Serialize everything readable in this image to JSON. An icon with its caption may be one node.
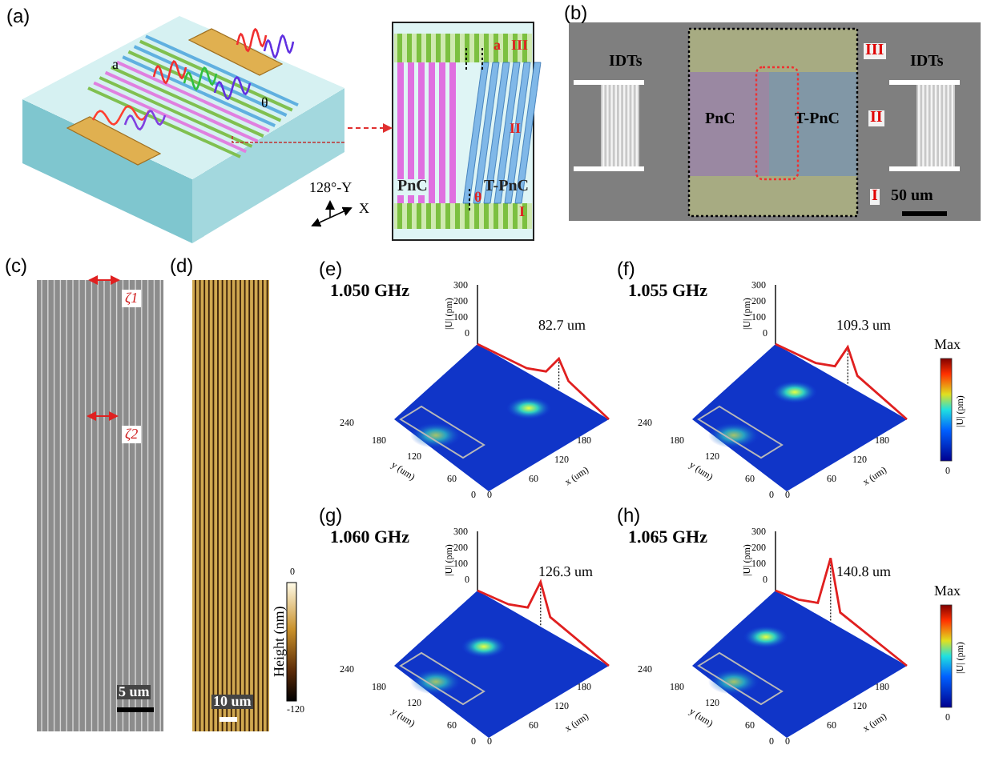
{
  "diagram": {
    "nodes": [
      {
        "text": [],
        "shape": "picture"
      },
      {
        "text": [],
        "shape": "picture"
      }
    ],
    "edges": [
      {
        "from": 0,
        "to": 1,
        "arrow": "to",
        "style": "dashed",
        "color": "#e03030"
      }
    ],
    "labels": [
      "(a)",
      "a",
      "θ",
      "128°-Y",
      "X",
      "a",
      "III",
      "II",
      "PnC",
      "θ",
      "T-PnC",
      "I",
      "(b)",
      "IDTs",
      "IDTs",
      "III",
      "PnC",
      "T-PnC",
      "II",
      "I",
      "50 um",
      "(c)",
      "ζ1",
      "ζ2",
      "5 um",
      "(d)",
      "10 um",
      "0",
      "-120",
      "Height (nm)",
      "(e)",
      "1.050 GHz",
      "300",
      "200",
      "100",
      "0",
      "|U| (pm)",
      "82.7 um",
      "240",
      "180",
      "120",
      "y (um)",
      "60",
      "0",
      "0",
      "60",
      "120",
      "x (um)",
      "180",
      "(f)",
      "1.055 GHz",
      "300",
      "200",
      "100",
      "0",
      "|U| (pm)",
      "109.3 um",
      "240",
      "180",
      "120",
      "y (um)",
      "60",
      "0",
      "0",
      "60",
      "120",
      "x (um)",
      "180",
      "Max",
      "|U| (pm)",
      "0",
      "(g)",
      "1.060 GHz",
      "300",
      "200",
      "100",
      "0",
      "|U| (pm)",
      "126.3 um",
      "240",
      "180",
      "120",
      "y (um)",
      "60",
      "0",
      "0",
      "60",
      "120",
      "x (um)",
      "180",
      "(h)",
      "1.065 GHz",
      "300",
      "200",
      "100",
      "0",
      "|U| (pm)",
      "140.8 um",
      "240",
      "180",
      "120",
      "y (um)",
      "60",
      "0",
      "0",
      "60",
      "120",
      "x (um)",
      "180",
      "Max",
      "|U| (pm)",
      "0"
    ]
  }
}
